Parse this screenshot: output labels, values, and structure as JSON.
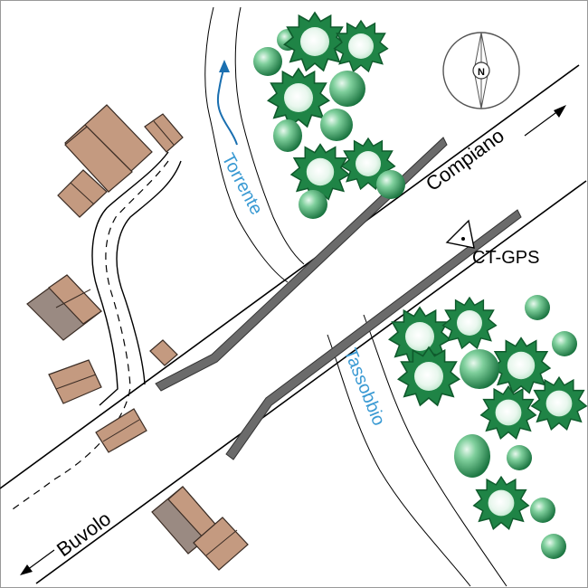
{
  "map": {
    "labels": {
      "compiano": "Compiano",
      "buvolo": "Buvolo",
      "torrente": "Torrente",
      "tassobbio": "Tassobbio",
      "station": "CT-GPS"
    },
    "compass_letter": "N",
    "colors": {
      "river_label": "#3a9ad3",
      "river_arrow": "#1a6fb0",
      "building_light": "#c49a80",
      "building_dark": "#9a8a82",
      "bridge": "#6b6b6b",
      "tree": "#23874a",
      "tree_light": "#cfeedb",
      "line": "#000000"
    },
    "icons": [
      "compass-rose-icon",
      "gps-station-triangle-icon",
      "flow-arrow-icon",
      "road-direction-arrow-icon"
    ]
  }
}
